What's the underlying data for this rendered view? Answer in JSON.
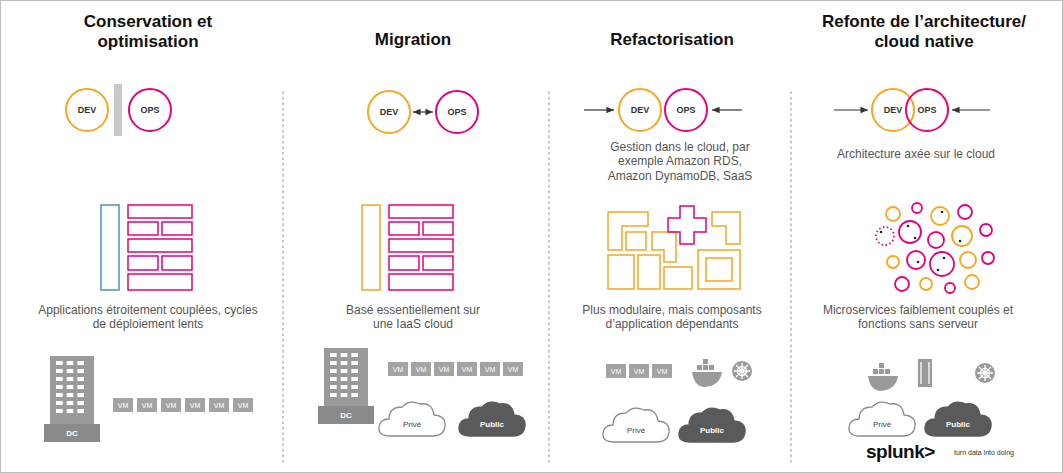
{
  "diagram": {
    "nodes": [
      {
        "text": [
          "DEV"
        ]
      },
      {
        "text": [
          "OPS"
        ]
      },
      {
        "text": [
          "DC"
        ]
      },
      {
        "text": [
          "VM"
        ]
      },
      {
        "text": [
          "VM"
        ]
      },
      {
        "text": [
          "VM"
        ]
      },
      {
        "text": [
          "VM"
        ]
      },
      {
        "text": [
          "VM"
        ]
      },
      {
        "text": [
          "VM"
        ]
      },
      {
        "text": [
          "DEV"
        ]
      },
      {
        "text": [
          "OPS"
        ]
      },
      {
        "text": [
          "DC"
        ]
      },
      {
        "text": [
          "VM"
        ]
      },
      {
        "text": [
          "VM"
        ]
      },
      {
        "text": [
          "VM"
        ]
      },
      {
        "text": [
          "VM"
        ]
      },
      {
        "text": [
          "VM"
        ]
      },
      {
        "text": [
          "VM"
        ]
      },
      {
        "text": [
          "Privé"
        ]
      },
      {
        "text": [
          "Public"
        ]
      },
      {
        "text": [
          "DEV"
        ]
      },
      {
        "text": [
          "OPS"
        ]
      },
      {
        "text": [
          "VM"
        ]
      },
      {
        "text": [
          "VM"
        ]
      },
      {
        "text": [
          "VM"
        ]
      },
      {
        "text": [
          "Privé"
        ]
      },
      {
        "text": [
          "Public"
        ]
      },
      {
        "text": [
          "DEV"
        ]
      },
      {
        "text": [
          "OPS"
        ]
      },
      {
        "text": [
          "Privé"
        ]
      },
      {
        "text": [
          "Public"
        ]
      }
    ],
    "edges": [
      {
        "from": 9,
        "to": 10,
        "arrow": "both"
      }
    ],
    "labels": [
      "Conservation et optimisation",
      "Applications étroitement couplées, cycles de déploiement lents",
      "Migration",
      "Basé essentiellement sur une IaaS cloud",
      "Refactorisation",
      "Gestion dans le cloud, par exemple Amazon RDS, Amazon DynamoDB, SaaS",
      "Plus modulaire, mais composants d’application dépendants",
      "Refonte de l’architecture/ cloud native",
      "Architecture axée sur le cloud",
      "Microservices faiblement couplés et fonctions sans serveur",
      "splunk>",
      "turn data into doing"
    ]
  }
}
